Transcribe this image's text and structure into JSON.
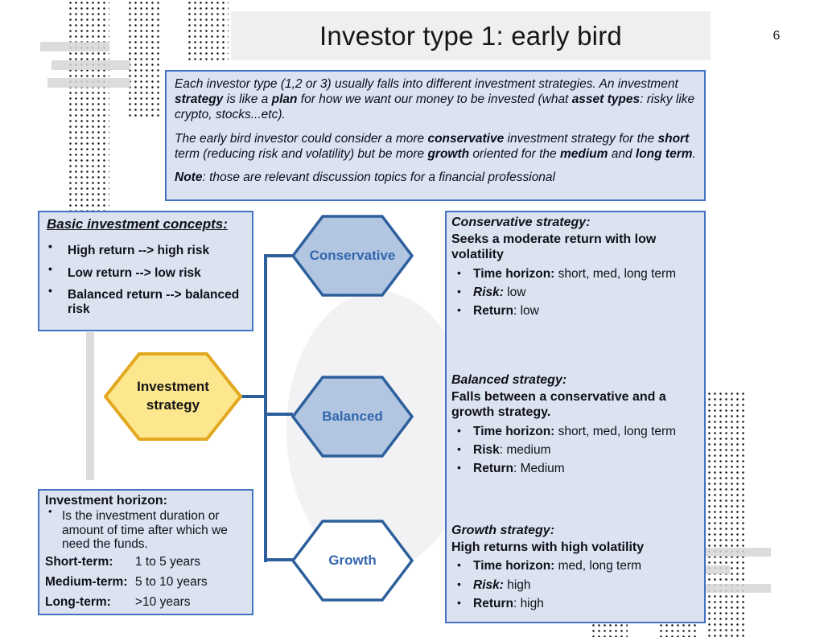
{
  "page": {
    "title": "Investor type 1: early bird",
    "number": "6"
  },
  "intro": {
    "p1": [
      {
        "t": "Each investor type (1,2 or 3) usually falls into different investment strategies. An investment "
      },
      {
        "t": "strategy",
        "b": 1
      },
      {
        "t": " is like a "
      },
      {
        "t": "plan",
        "b": 1
      },
      {
        "t": " for how we want our money to be invested (what "
      },
      {
        "t": "asset types",
        "b": 1
      },
      {
        "t": ": risky like crypto, stocks...etc)."
      }
    ],
    "p2": [
      {
        "t": "The early bird investor could consider a more "
      },
      {
        "t": "conservative",
        "b": 1
      },
      {
        "t": " investment strategy for the "
      },
      {
        "t": "short",
        "b": 1
      },
      {
        "t": " term (reducing risk and volatility) but be more "
      },
      {
        "t": "growth",
        "b": 1
      },
      {
        "t": " oriented for the "
      },
      {
        "t": "medium",
        "b": 1
      },
      {
        "t": " and "
      },
      {
        "t": "long term",
        "b": 1
      },
      {
        "t": "."
      }
    ],
    "p3": [
      {
        "t": "Note",
        "b": 1
      },
      {
        "t": ": those are relevant discussion topics for a financial professional"
      }
    ]
  },
  "concepts_box": {
    "title": "Basic investment concepts:",
    "bullets": [
      "High return --> high risk",
      "Low return --> low risk",
      "Balanced return --> balanced risk"
    ]
  },
  "horizon_box": {
    "title": "Investment horizon:",
    "description": "Is the investment duration or amount of time after which we need the funds.",
    "rows": [
      {
        "label": "Short-term:",
        "value": "1 to 5 years"
      },
      {
        "label": "Medium-term:",
        "value": "5 to 10 years"
      },
      {
        "label": "Long-term:",
        "value": ">10 years"
      }
    ]
  },
  "diagram": {
    "root_label": "Investment strategy",
    "node_conservative": "Conservative",
    "node_balanced": "Balanced",
    "node_growth": "Growth"
  },
  "strategies": {
    "conservative": {
      "title": "Conservative strategy:",
      "summary": "Seeks a moderate return with low volatility",
      "bullets": [
        [
          {
            "t": "Time horizon:",
            "b": 1
          },
          {
            "t": " short, med, long term"
          }
        ],
        [
          {
            "t": "Risk:",
            "b": 1,
            "i": 1
          },
          {
            "t": " low"
          }
        ],
        [
          {
            "t": "Return",
            "b": 1
          },
          {
            "t": ": low"
          }
        ]
      ]
    },
    "balanced": {
      "title": "Balanced strategy:",
      "summary": "Falls between a conservative and a growth strategy.",
      "bullets": [
        [
          {
            "t": "Time horizon:",
            "b": 1
          },
          {
            "t": " short, med, long term"
          }
        ],
        [
          {
            "t": "Risk",
            "b": 1
          },
          {
            "t": ": medium"
          }
        ],
        [
          {
            "t": "Return",
            "b": 1
          },
          {
            "t": ": Medium"
          }
        ]
      ]
    },
    "growth": {
      "title": "Growth strategy:",
      "summary": "High returns with high volatility",
      "bullets": [
        [
          {
            "t": "Time horizon:",
            "b": 1
          },
          {
            "t": " med, long term"
          }
        ],
        [
          {
            "t": "Risk:",
            "b": 1,
            "i": 1
          },
          {
            "t": " high"
          }
        ],
        [
          {
            "t": "Return",
            "b": 1
          },
          {
            "t": ": high"
          }
        ]
      ]
    }
  },
  "colors": {
    "box_fill": "#dbe3f1",
    "box_border": "#4472c4",
    "hex_blue_fill": "#b2c6e2",
    "hex_blue_border": "#2c5f9c",
    "hex_blue_text": "#3467ad",
    "hex_growth_fill": "#ffffff",
    "hex_yellow_fill": "#fce78e",
    "hex_yellow_border": "#e2a81f",
    "connector": "#2c5f9c",
    "decor_gray": "#d9d9d9",
    "title_bg": "#efefef"
  }
}
